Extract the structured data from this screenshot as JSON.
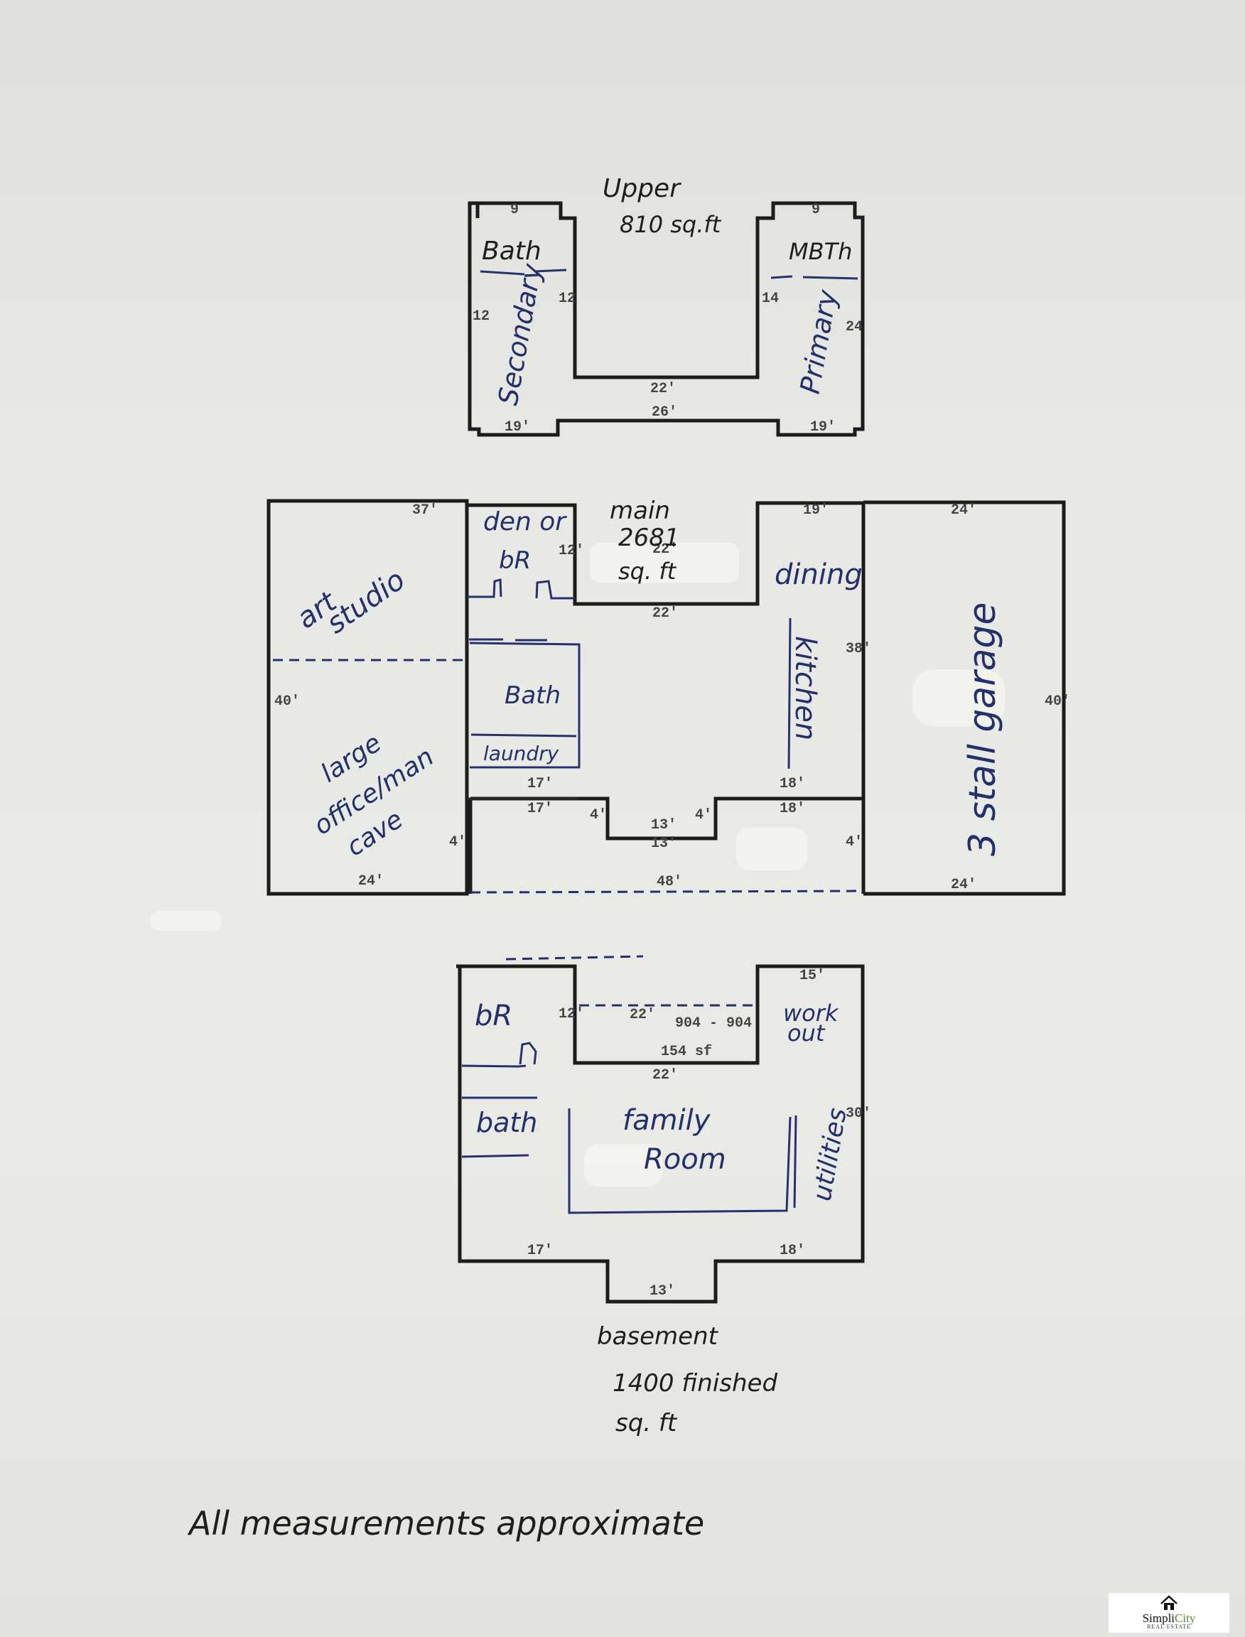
{
  "upper": {
    "title": "Upper",
    "area": "810 sq.ft",
    "rooms": {
      "bath": "Bath",
      "mbth": "MBTh",
      "secondary": "Secondary",
      "primary": "Primary"
    },
    "dims": {
      "inner": "22'",
      "outer": "26'",
      "left": "19'",
      "right": "19'",
      "h1": "12",
      "h2": "12",
      "h3": "14",
      "h4": "24",
      "t1": "9",
      "t2": "9"
    }
  },
  "main": {
    "title": "main",
    "area_num": "2681",
    "area_unit": "sq. ft",
    "rooms": {
      "den_or": "den or",
      "br": "bR",
      "art": "art",
      "studio": "studio",
      "large": "large",
      "office_man": "office/man",
      "cave": "cave",
      "bath": "Bath",
      "laundry": "laundry",
      "dining": "dining",
      "kitchen": "kitchen",
      "garage": "3 stall garage"
    },
    "dims": {
      "top_left": "37'",
      "bottom_left": "24'",
      "side_left": "40'",
      "inner_top": "22'",
      "inner_small": "22'",
      "d17a": "17'",
      "d17b": "17'",
      "d18a": "18'",
      "d18b": "18'",
      "d13": "13'",
      "d13b": "13'",
      "d12": "12'",
      "bottom_mid": "48'",
      "garage_top": "24'",
      "garage_bottom": "24'",
      "garage_side": "40'",
      "d19": "19'",
      "d38": "38'",
      "d4a": "4'",
      "d4b": "4'",
      "d4c": "4'",
      "d4d": "4'"
    }
  },
  "basement": {
    "title": "basement",
    "finished": "1400 finished",
    "unit": "sq. ft",
    "rooms": {
      "br": "bR",
      "bath": "bath",
      "family": "family",
      "room": "Room",
      "work": "work",
      "out": "out",
      "utilities": "utilities"
    },
    "dims": {
      "top": "22'",
      "mid": "22'",
      "print_a": "904 - 904",
      "print_b": "154 sf",
      "d17": "17'",
      "d18": "18'",
      "d13": "13'",
      "d12": "12'",
      "d15": "15'",
      "d30": "30'"
    }
  },
  "note": "All measurements approximate",
  "brand": {
    "name_a": "Simpli",
    "name_b": "City",
    "tag": "REAL ESTATE",
    "accent": "#5a8f2a"
  }
}
